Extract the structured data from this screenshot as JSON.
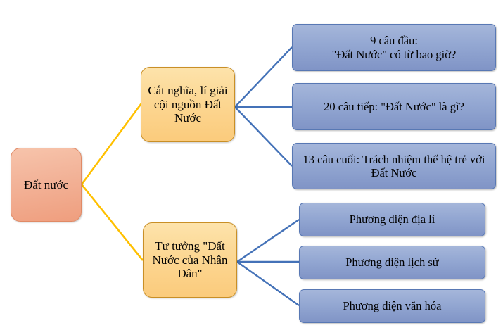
{
  "diagram": {
    "type": "mind-map",
    "title": "Đất nước",
    "colors": {
      "root_fill": "#f2ad8f",
      "root_border": "#e08a66",
      "branch_fill": "#fcd793",
      "branch_border": "#c98f26",
      "leaf_fill": "#93a7d2",
      "leaf_border": "#5878b4",
      "connector_root": "#ffc000",
      "connector_branch": "#4472b8"
    },
    "root": {
      "label": "Đất nước"
    },
    "branches": [
      {
        "label": "Cắt nghĩa, lí giải cội nguồn Đất Nước",
        "leaves": [
          {
            "label": "9 câu đầu:\n\"Đất Nước\" có từ bao giờ?"
          },
          {
            "label": "20 câu tiếp: \"Đất Nước\" là gì?"
          },
          {
            "label": "13 câu cuối: Trách nhiệm thế hệ trẻ với Đất Nước"
          }
        ]
      },
      {
        "label": "Tư tưởng \"Đất Nước của Nhân Dân\"",
        "leaves": [
          {
            "label": "Phương diện địa lí"
          },
          {
            "label": "Phương diện lịch sử"
          },
          {
            "label": "Phương diện văn hóa"
          }
        ]
      }
    ]
  }
}
